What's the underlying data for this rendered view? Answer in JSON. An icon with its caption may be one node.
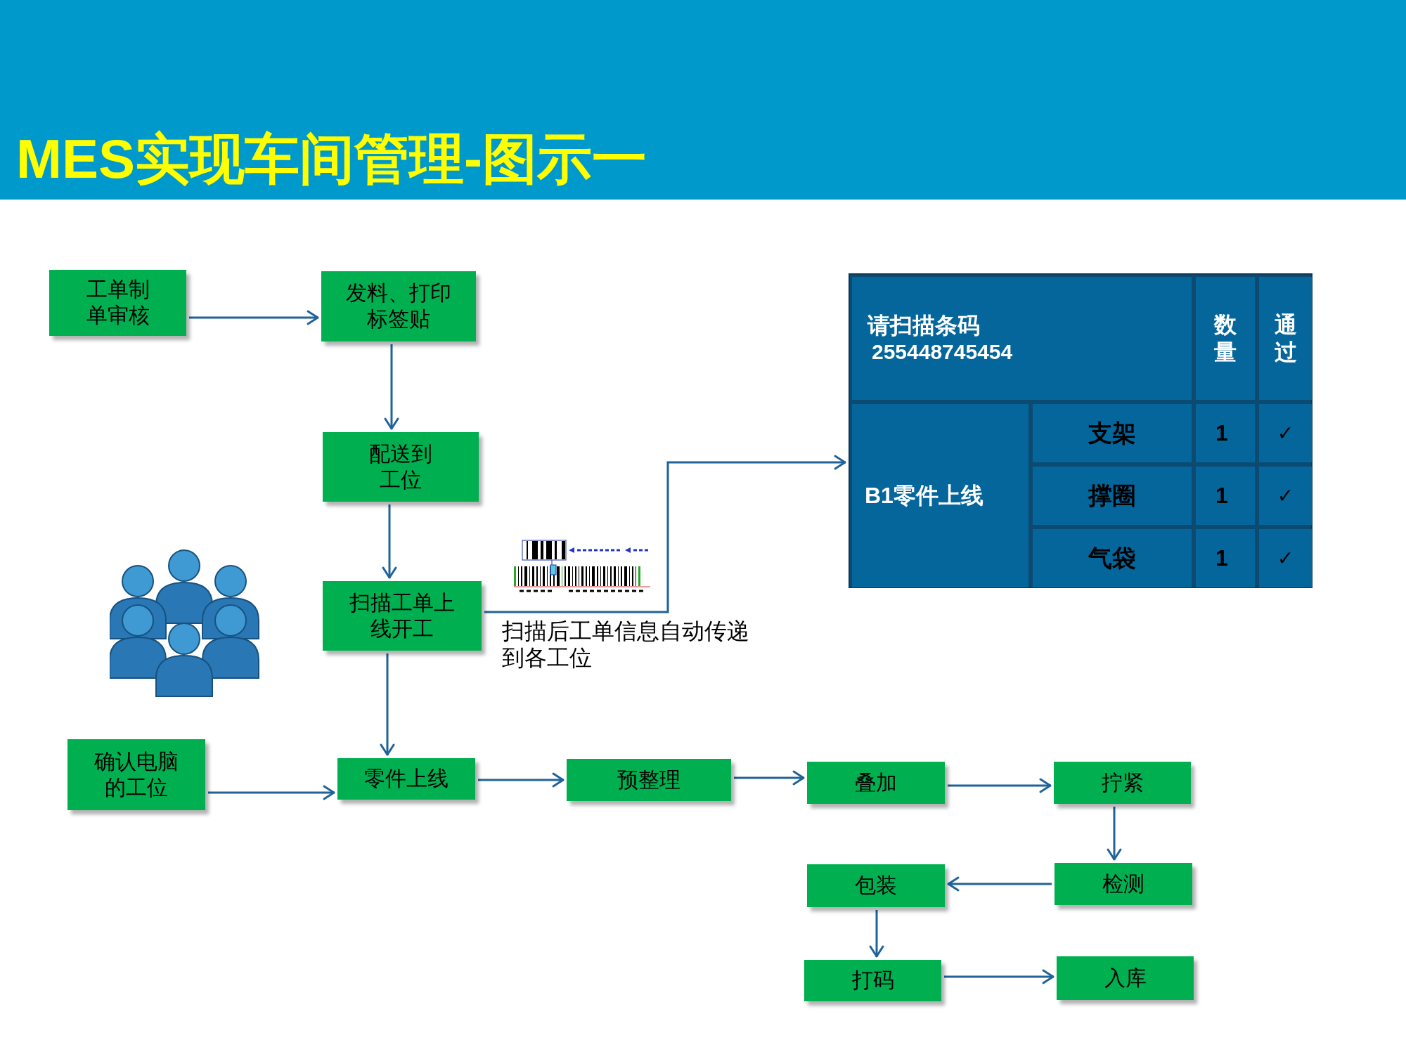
{
  "diagram": {
    "title": "MES实现车间管理-图示一",
    "nodes": [
      {
        "text": [
          "工单制单审核"
        ]
      },
      {
        "text": [
          "发料、打印标签贴"
        ]
      },
      {
        "text": [
          "配送到工位"
        ]
      },
      {
        "text": [
          "扫描工单上线开工"
        ]
      },
      {
        "text": [
          "确认电脑的工位"
        ]
      },
      {
        "text": [
          "零件上线"
        ]
      },
      {
        "text": [
          "预整理"
        ]
      },
      {
        "text": [
          "叠加"
        ]
      },
      {
        "text": [
          "拧紧"
        ]
      },
      {
        "text": [
          "检测"
        ]
      },
      {
        "text": [
          "包装"
        ]
      },
      {
        "text": [
          "打码"
        ]
      },
      {
        "text": [
          "入库"
        ]
      },
      {
        "text": [],
        "shape": "box"
      },
      {
        "text": [
          "请扫描条码",
          "255448745454"
        ],
        "in": 13
      },
      {
        "text": [
          "数量"
        ],
        "in": 13
      },
      {
        "text": [
          "通过"
        ],
        "in": 13
      },
      {
        "text": [
          "B1零件上线"
        ],
        "in": 13
      },
      {
        "text": [
          "支架"
        ],
        "in": 13
      },
      {
        "text": [
          "1"
        ],
        "in": 13
      },
      {
        "text": [
          "✓"
        ],
        "in": 13
      },
      {
        "text": [
          "撑圈"
        ],
        "in": 13
      },
      {
        "text": [
          "1"
        ],
        "in": 13
      },
      {
        "text": [
          "✓"
        ],
        "in": 13
      },
      {
        "text": [
          "气袋"
        ],
        "in": 13
      },
      {
        "text": [
          "1"
        ],
        "in": 13
      },
      {
        "text": [
          "✓"
        ],
        "in": 13
      }
    ],
    "edges": [
      {
        "from": 0,
        "to": 1,
        "arrow": "to"
      },
      {
        "from": 1,
        "to": 2,
        "arrow": "to"
      },
      {
        "from": 2,
        "to": 3,
        "arrow": "to"
      },
      {
        "from": 3,
        "to": 5,
        "arrow": "to"
      },
      {
        "from": 3,
        "to": 13,
        "arrow": "to",
        "label": "扫描后工单信息自动传递到各工位"
      },
      {
        "from": 4,
        "to": 5,
        "arrow": "to"
      },
      {
        "from": 5,
        "to": 6,
        "arrow": "to"
      },
      {
        "from": 6,
        "to": 7,
        "arrow": "to"
      },
      {
        "from": 7,
        "to": 8,
        "arrow": "to"
      },
      {
        "from": 8,
        "to": 9,
        "arrow": "to"
      },
      {
        "from": 9,
        "to": 10,
        "arrow": "to"
      },
      {
        "from": 10,
        "to": 11,
        "arrow": "to"
      },
      {
        "from": 11,
        "to": 12,
        "arrow": "to"
      }
    ]
  }
}
